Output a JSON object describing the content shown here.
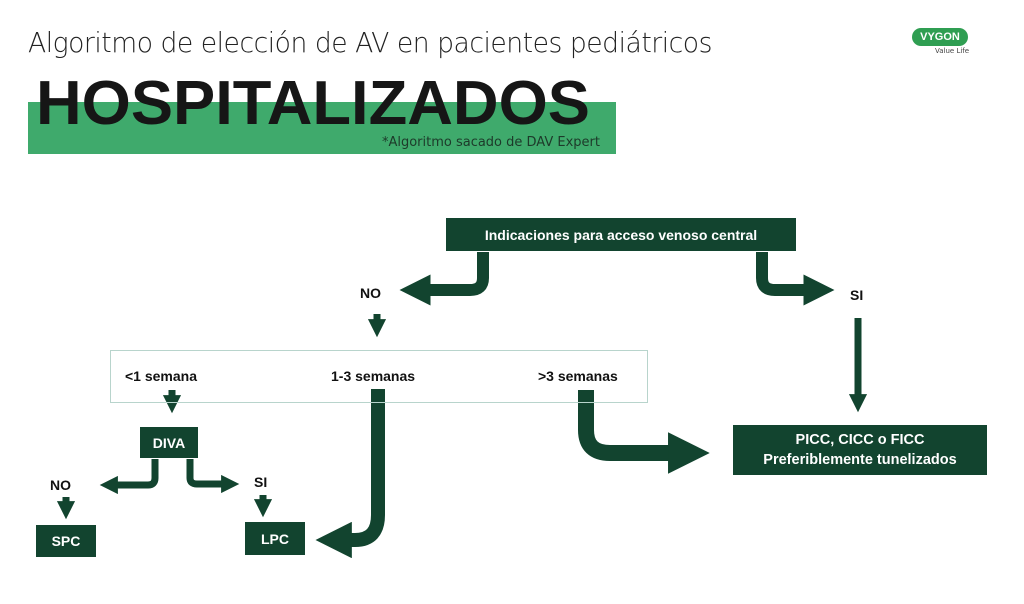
{
  "header": {
    "title": "Algoritmo de elección de AV en pacientes pediátricos",
    "headline": "HOSPITALIZADOS",
    "source_note": "*Algoritmo sacado de DAV Expert"
  },
  "logo": {
    "brand": "VYGON",
    "tagline": "Value Life"
  },
  "colors": {
    "dark_green": "#12442f",
    "light_green": "#3faa6c"
  },
  "flow": {
    "start": "Indicaciones para acceso venoso central",
    "no": "NO",
    "si": "SI",
    "durations": [
      "<1 semana",
      "1-3 semanas",
      ">3 semanas"
    ],
    "diva": "DIVA",
    "diva_no": "NO",
    "diva_si": "SI",
    "spc": "SPC",
    "lpc": "LPC",
    "central": {
      "line1": "PICC, CICC o FICC",
      "line2": "Preferiblemente tunelizados"
    }
  }
}
